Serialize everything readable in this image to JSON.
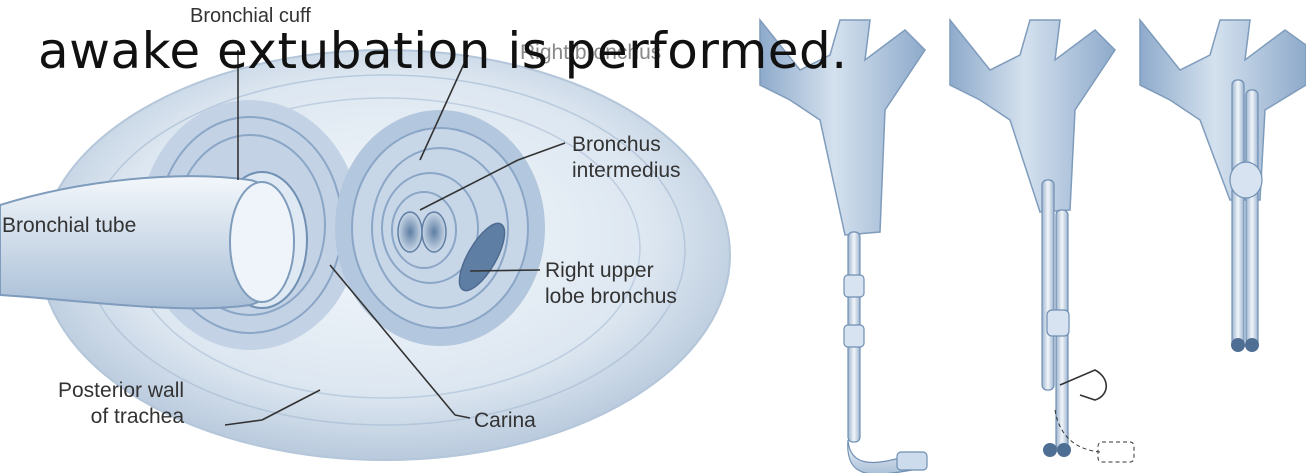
{
  "heading": "awake extubation is performed.",
  "left_figure": {
    "labels": {
      "bronchial_cuff": "Bronchial cuff",
      "right_bronchus": "Right bronchus",
      "bronchus_intermedius_1": "Bronchus",
      "bronchus_intermedius_2": "intermedius",
      "bronchial_tube": "Bronchial tube",
      "right_upper_1": "Right upper",
      "right_upper_2": "lobe bronchus",
      "posterior_1": "Posterior wall",
      "posterior_2": "of trachea",
      "carina": "Carina"
    }
  },
  "colors": {
    "tissue_light": "#eef3f8",
    "tissue_mid": "#c7d6e6",
    "tissue_dark": "#7f9cbc",
    "airway": "#9fb8d6",
    "airway_light": "#cddced",
    "tube": "#dbe6f2",
    "tube_edge": "#6f8fb3",
    "leader": "#333333"
  }
}
